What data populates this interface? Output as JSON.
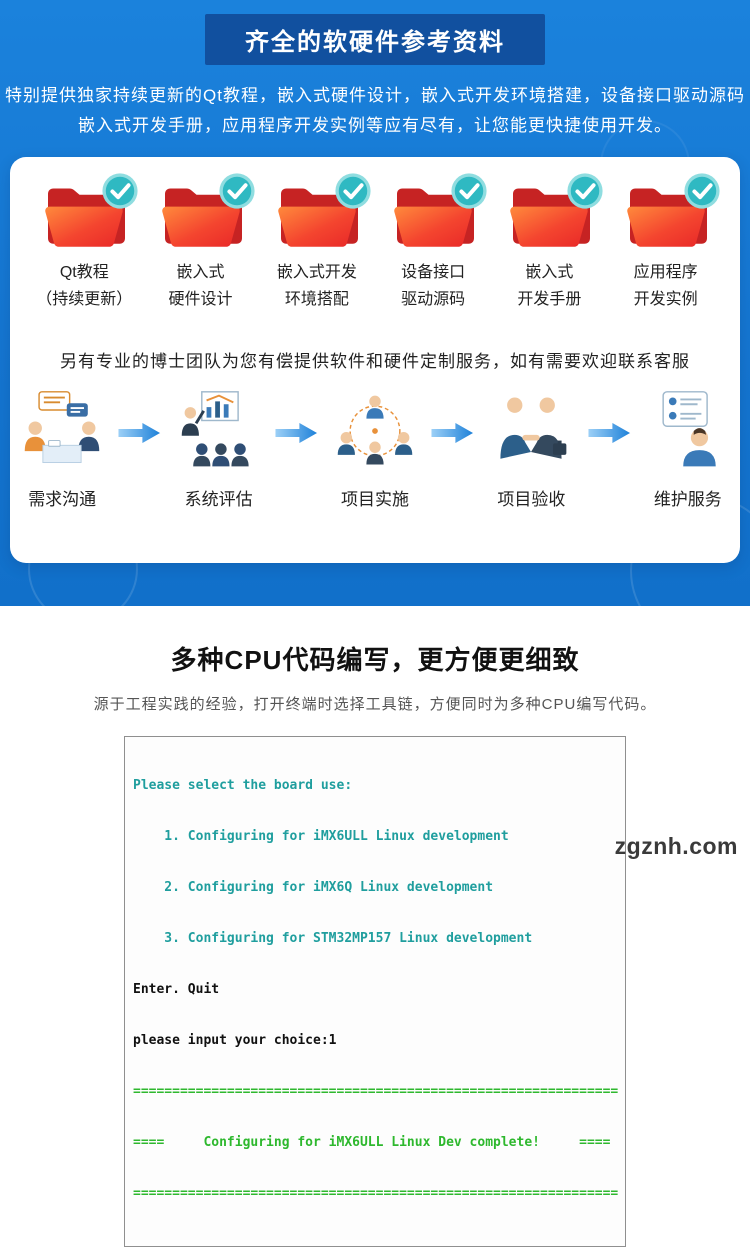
{
  "colors": {
    "background_blue": "#1576d1",
    "banner_blue": "#11509f",
    "folder_red": "#ef2d2d",
    "folder_orange": "#ff8a3c",
    "check_teal": "#2fb9c2",
    "arrow_blue": "#1b7fd8",
    "terminal_teal": "#1f9e9e",
    "terminal_green": "#2eb82e"
  },
  "hero": {
    "title": "齐全的软硬件参考资料",
    "description_line1": "特别提供独家持续更新的Qt教程，嵌入式硬件设计，嵌入式开发环境搭建，设备接口驱动源码",
    "description_line2": "嵌入式开发手册，应用程序开发实例等应有尽有，让您能更快捷使用开发。"
  },
  "resources": {
    "items": [
      {
        "line1": "Qt教程",
        "line2": "（持续更新）"
      },
      {
        "line1": "嵌入式",
        "line2": "硬件设计"
      },
      {
        "line1": "嵌入式开发",
        "line2": "环境搭配"
      },
      {
        "line1": "设备接口",
        "line2": "驱动源码"
      },
      {
        "line1": "嵌入式",
        "line2": "开发手册"
      },
      {
        "line1": "应用程序",
        "line2": "开发实例"
      }
    ],
    "service_note": "另有专业的博士团队为您有偿提供软件和硬件定制服务，如有需要欢迎联系客服"
  },
  "process": {
    "steps": [
      {
        "label": "需求沟通"
      },
      {
        "label": "系统评估"
      },
      {
        "label": "项目实施"
      },
      {
        "label": "项目验收"
      },
      {
        "label": "维护服务"
      }
    ]
  },
  "cpu_section": {
    "title": "多种CPU代码编写，更方便更细致",
    "subtitle": "源于工程实践的经验，打开终端时选择工具链，方便同时为多种CPU编写代码。",
    "terminal": {
      "lines": [
        {
          "text": "Please select the board use:"
        },
        {
          "text": "    1. Configuring for iMX6ULL Linux development"
        },
        {
          "text": "    2. Configuring for iMX6Q Linux development"
        },
        {
          "text": "    3. Configuring for STM32MP157 Linux development"
        },
        {
          "text": "Enter. Quit"
        },
        {
          "text": "please input your choice:1"
        },
        {
          "text": "=============================================================="
        },
        {
          "text": "====     Configuring for iMX6ULL Linux Dev complete!     ===="
        },
        {
          "text": "=============================================================="
        }
      ]
    }
  },
  "watermark": "zgznh.com"
}
